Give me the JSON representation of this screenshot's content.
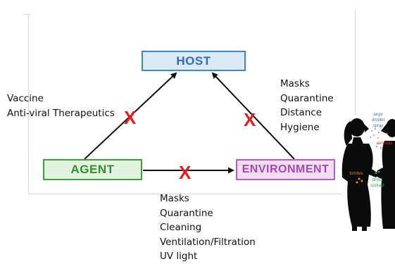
{
  "diagram": {
    "nodes": {
      "host": "HOST",
      "agent": "AGENT",
      "environment": "ENVIRONMENT"
    },
    "block_marks": [
      "X",
      "X",
      "X"
    ],
    "interventions": {
      "agent_host": [
        "Vaccine",
        "Anti-viral Therapeutics"
      ],
      "environment_host": [
        "Masks",
        "Quarantine",
        "Distance",
        "Hygiene"
      ],
      "agent_environment": [
        "Masks",
        "Quarantine",
        "Cleaning",
        "Ventilation/Filtration",
        "UV light"
      ]
    },
    "colors": {
      "host_border": "#3f86c4",
      "agent_border": "#3c9f3a",
      "environment_border": "#b85cc1",
      "x_mark": "#e21d1d"
    }
  },
  "illustration": {
    "icon": "two-people-transmission-silhouette",
    "labels": {
      "large_droplet": [
        "large",
        "droplet",
        "spray"
      ],
      "aerosols": "aerosols",
      "fomites": "fomites",
      "direct_contact": [
        "direct",
        "contact"
      ]
    }
  }
}
